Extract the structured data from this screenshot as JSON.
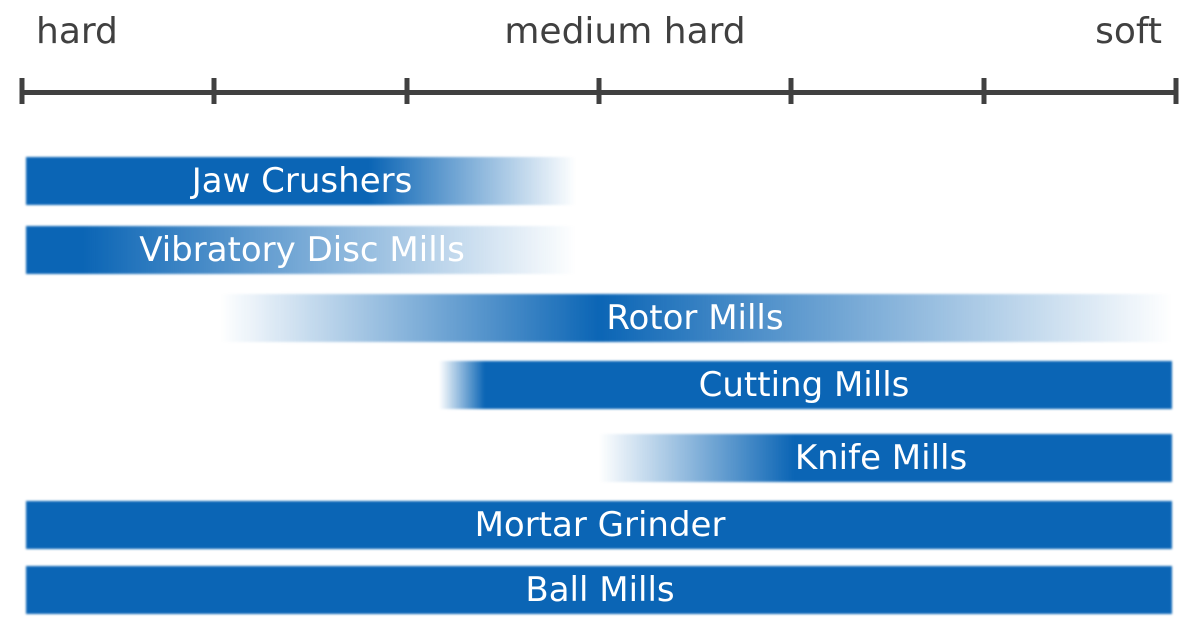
{
  "chart_data": {
    "type": "bar",
    "orientation": "horizontal-range",
    "scale_labels": [
      "hard",
      "medium hard",
      "soft"
    ],
    "bar_color": "#0b65b5",
    "ticks": 7,
    "bars": [
      {
        "label": "Jaw Crushers",
        "start": 0.0,
        "end": 0.48,
        "fade_start": null,
        "fade_end": [
          0.3,
          0.48
        ]
      },
      {
        "label": "Vibratory Disc Mills",
        "start": 0.0,
        "end": 0.48,
        "fade_start": null,
        "fade_end": [
          0.05,
          0.48
        ]
      },
      {
        "label": "Rotor Mills",
        "start": 0.17,
        "end": 1.0,
        "fade_start": [
          0.17,
          0.5
        ],
        "fade_end": [
          0.5,
          1.0
        ]
      },
      {
        "label": "Cutting Mills",
        "start": 0.36,
        "end": 1.0,
        "fade_start": [
          0.36,
          0.4
        ],
        "fade_end": null
      },
      {
        "label": "Knife Mills",
        "start": 0.5,
        "end": 1.0,
        "fade_start": [
          0.5,
          0.67
        ],
        "fade_end": null
      },
      {
        "label": "Mortar Grinder",
        "start": 0.0,
        "end": 1.0,
        "fade_start": null,
        "fade_end": null
      },
      {
        "label": "Ball Mills",
        "start": 0.0,
        "end": 1.0,
        "fade_start": null,
        "fade_end": null
      }
    ]
  }
}
